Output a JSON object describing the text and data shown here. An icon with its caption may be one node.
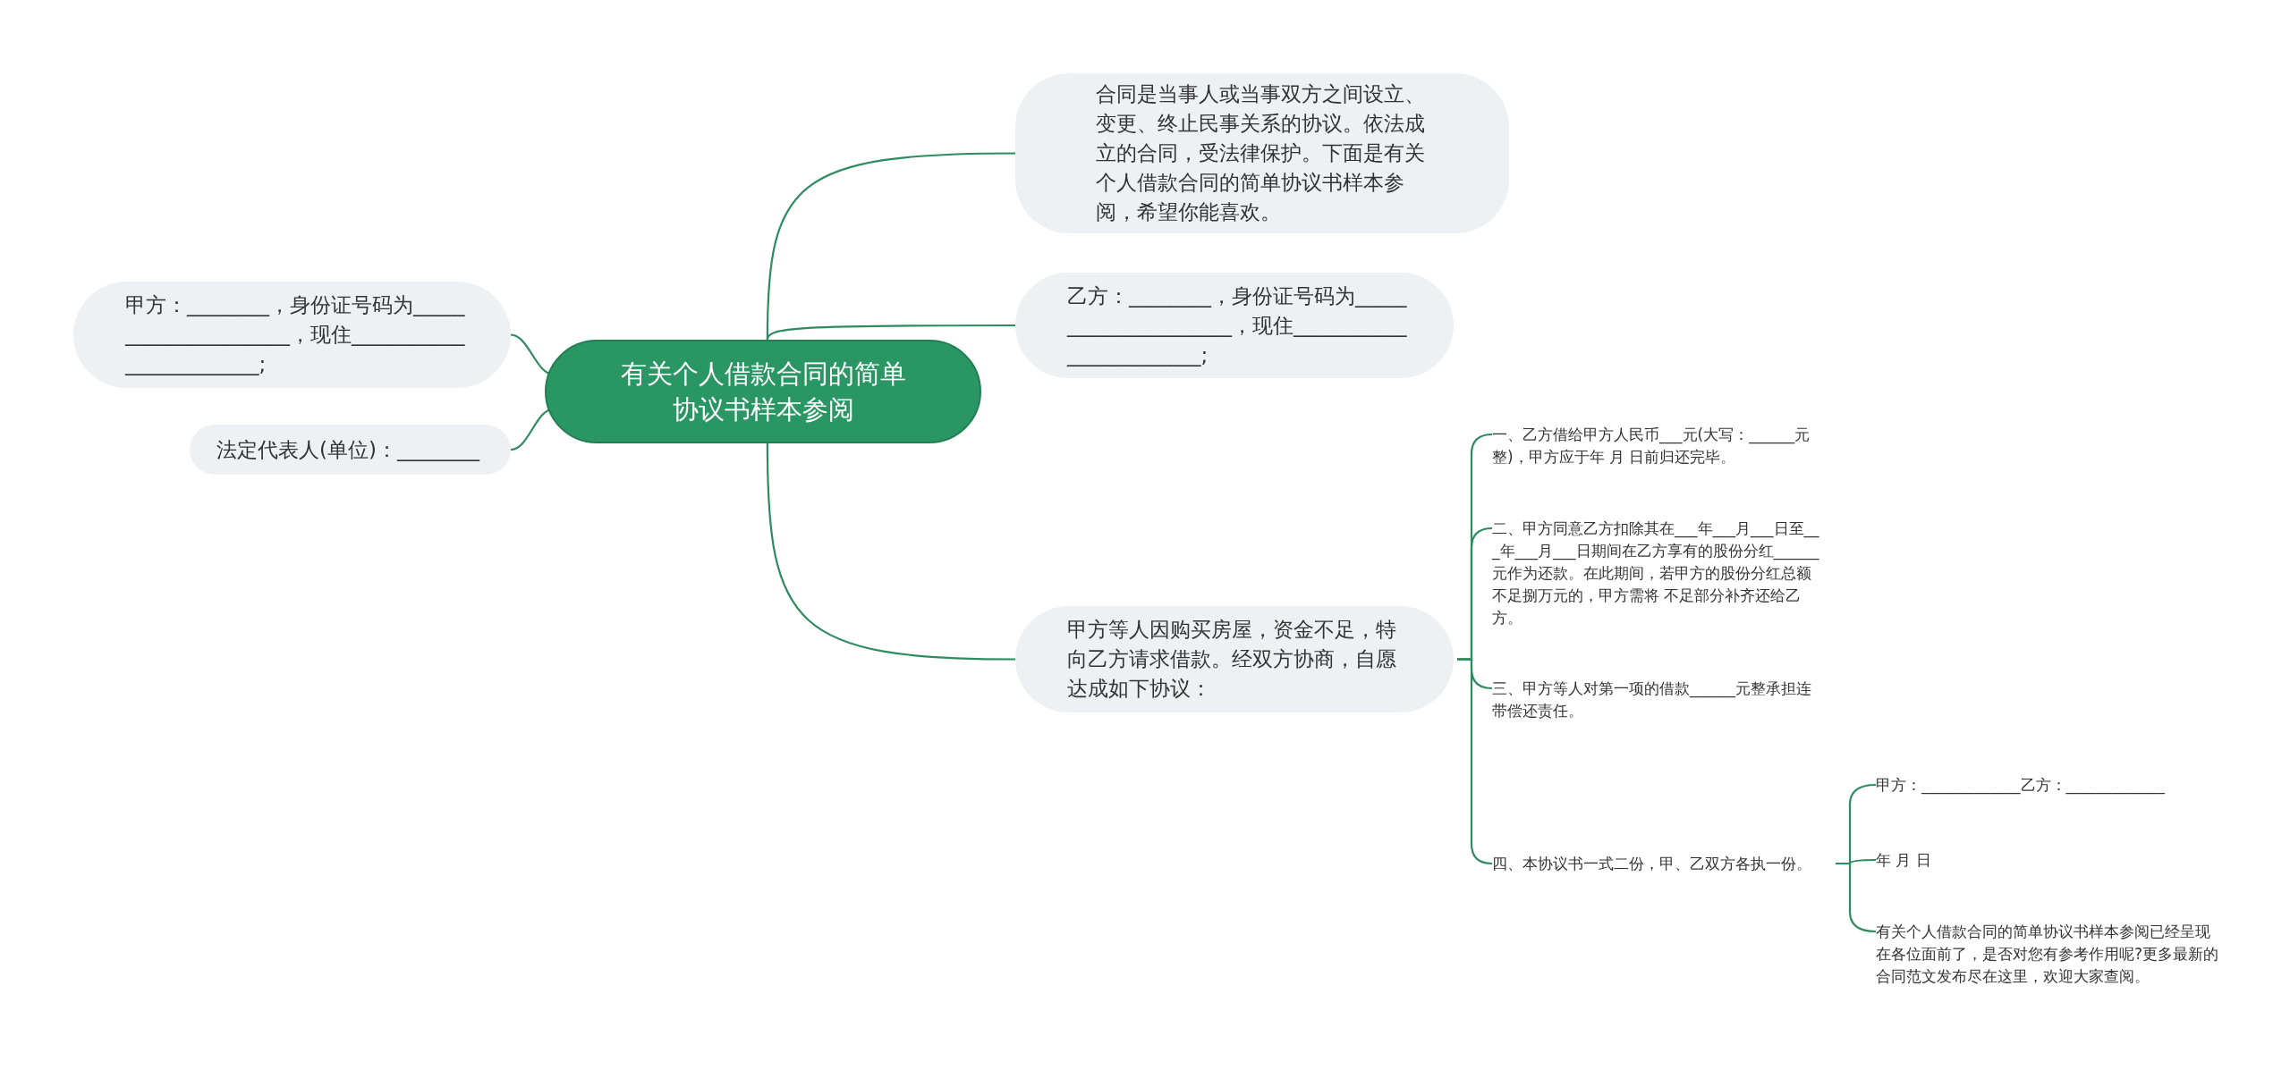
{
  "diagram": {
    "nodes": [
      {
        "text": [
          "有关个人借款合同的简单协议书样本参阅"
        ]
      },
      {
        "text": [
          "甲方：________，身份证号码为_____________________，现住________________________;"
        ]
      },
      {
        "text": [
          "法定代表人(单位)：________"
        ]
      },
      {
        "text": [
          "合同是当事人或当事双方之间设立、变更、终止民事关系的协议。依法成立的合同，受法律保护。下面是有关个人借款合同的简单协议书样本参阅，希望你能喜欢。"
        ]
      },
      {
        "text": [
          "乙方：________，身份证号码为_____________________，现住________________________;"
        ]
      },
      {
        "text": [
          "甲方等人因购买房屋，资金不足，特向乙方请求借款。经双方协商，自愿达成如下协议："
        ]
      },
      {
        "text": [
          "一、乙方借给甲方人民币___元(大写：______元整)，甲方应于年 月 日前归还完毕。"
        ]
      },
      {
        "text": [
          "二、甲方同意乙方扣除其在___年___月___日至___年___月___日期间在乙方享有的股份分红______元作为还款。在此期间，若甲方的股份分红总额不足捌万元的，甲方需将 不足部分补齐还给乙方。"
        ]
      },
      {
        "text": [
          "三、甲方等人对第一项的借款______元整承担连带偿还责任。"
        ]
      },
      {
        "text": [
          "四、本协议书一式二份，甲、乙双方各执一份。"
        ]
      },
      {
        "text": [
          "甲方：_____________乙方：_____________"
        ]
      },
      {
        "text": [
          "年 月 日"
        ]
      },
      {
        "text": [
          "有关个人借款合同的简单协议书样本参阅已经呈现在各位面前了，是否对您有参考作用呢?更多最新的合同范文发布尽在这里，欢迎大家查阅。"
        ]
      }
    ],
    "edges": [
      {
        "from": 0,
        "to": 1,
        "arrow": "none"
      },
      {
        "from": 0,
        "to": 2,
        "arrow": "none"
      },
      {
        "from": 0,
        "to": 3,
        "arrow": "none"
      },
      {
        "from": 0,
        "to": 4,
        "arrow": "none"
      },
      {
        "from": 0,
        "to": 5,
        "arrow": "none"
      },
      {
        "from": 5,
        "to": 6,
        "arrow": "none"
      },
      {
        "from": 5,
        "to": 7,
        "arrow": "none"
      },
      {
        "from": 5,
        "to": 8,
        "arrow": "none"
      },
      {
        "from": 5,
        "to": 9,
        "arrow": "none"
      },
      {
        "from": 9,
        "to": 10,
        "arrow": "none"
      },
      {
        "from": 9,
        "to": 11,
        "arrow": "none"
      },
      {
        "from": 9,
        "to": 12,
        "arrow": "none"
      }
    ]
  }
}
